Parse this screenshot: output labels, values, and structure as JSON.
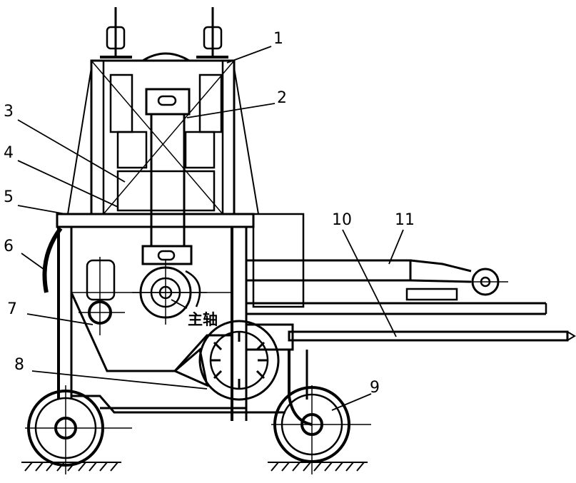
{
  "diagram": {
    "labels": {
      "n1": "1",
      "n2": "2",
      "n3": "3",
      "n4": "4",
      "n5": "5",
      "n6": "6",
      "n7": "7",
      "n8": "8",
      "n9": "9",
      "n10": "10",
      "n11": "11",
      "main_shaft": "主轴"
    },
    "colors": {
      "ink": "#000000",
      "background": "#ffffff"
    }
  }
}
